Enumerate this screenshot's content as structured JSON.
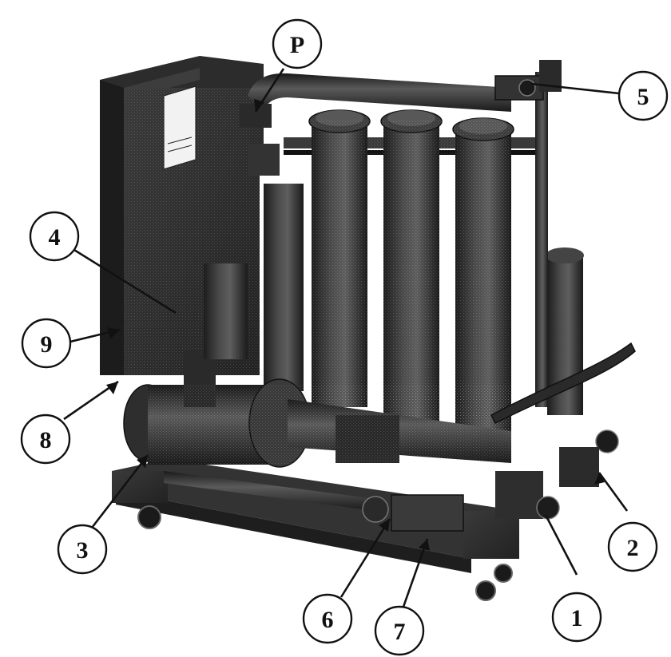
{
  "figure": {
    "callouts": [
      {
        "id": "P",
        "label": "P"
      },
      {
        "id": "5",
        "label": "5"
      },
      {
        "id": "4",
        "label": "4"
      },
      {
        "id": "9",
        "label": "9"
      },
      {
        "id": "8",
        "label": "8"
      },
      {
        "id": "3",
        "label": "3"
      },
      {
        "id": "6",
        "label": "6"
      },
      {
        "id": "7",
        "label": "7"
      },
      {
        "id": "1",
        "label": "1"
      },
      {
        "id": "2",
        "label": "2"
      }
    ],
    "colors": {
      "metal_dark": "#2b2b2b",
      "metal_mid": "#555555",
      "metal_light": "#8a8a8a",
      "background": "#ffffff",
      "outline": "#111111"
    }
  }
}
